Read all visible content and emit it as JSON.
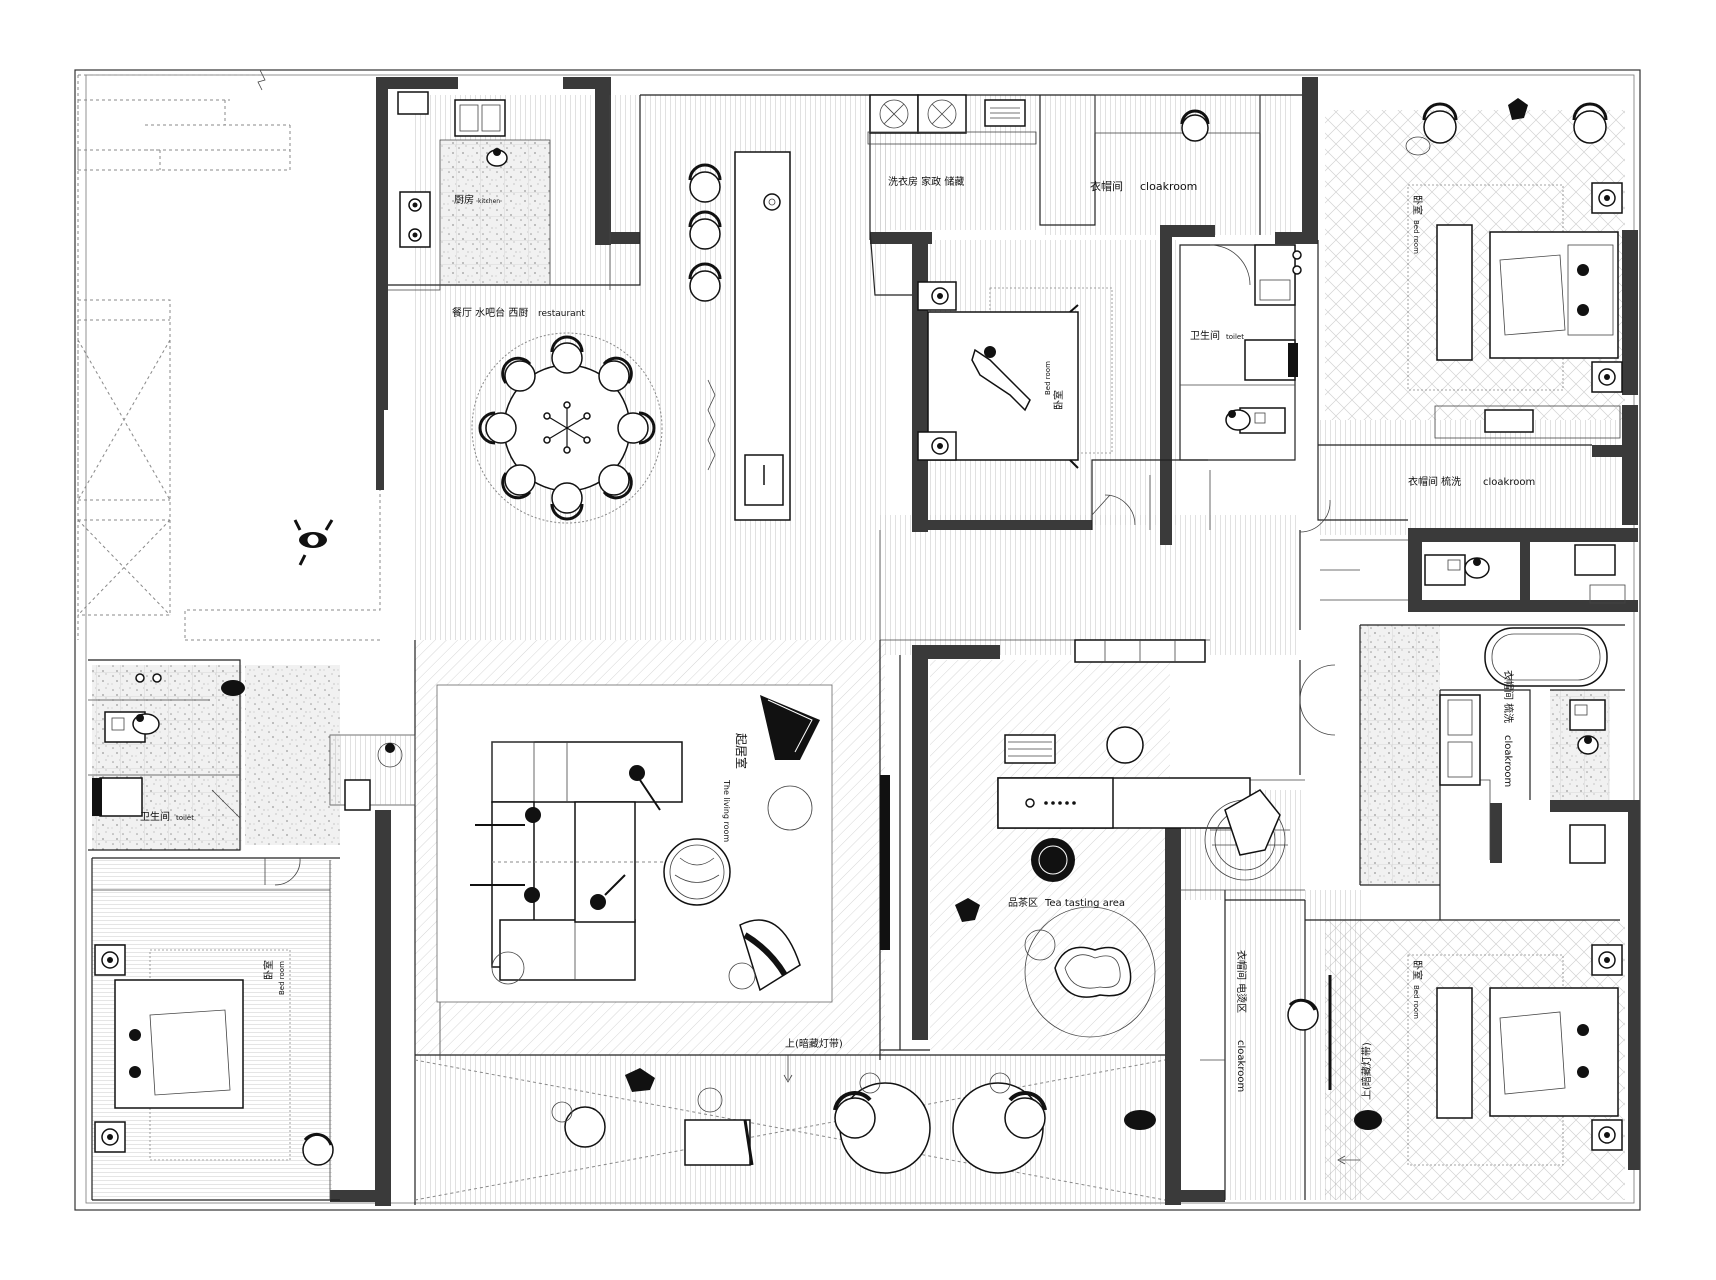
{
  "rooms": {
    "kitchen": {
      "cn": "厨房",
      "en": "kitchen"
    },
    "restaurant": {
      "cn": "餐厅 水吧台 西厨",
      "en": "restaurant"
    },
    "laundry": {
      "cn": "洗衣房 家政 储藏"
    },
    "cloakroom_top": {
      "cn": "衣帽间",
      "en": "cloakroom"
    },
    "bedroom_center": {
      "cn": "卧室",
      "en": "Bed room"
    },
    "toilet_center": {
      "cn": "卫生间",
      "en": "toilet"
    },
    "bedroom_top_right": {
      "cn": "卧室",
      "en": "Bed room"
    },
    "cloakroom_right": {
      "cn": "衣帽间 梳洗",
      "en": "cloakroom"
    },
    "toilet_left": {
      "cn": "卫生间",
      "en": "toilet"
    },
    "living": {
      "cn": "起居室",
      "en": "The living room"
    },
    "tea": {
      "cn": "品茶区",
      "en": "Tea tasting area"
    },
    "cloakroom_wash_right": {
      "cn": "衣帽间 梳洗",
      "en": "cloakroom"
    },
    "bedroom_left": {
      "cn": "卧室",
      "en": "Bed room"
    },
    "cloakroom_ironing": {
      "cn": "衣帽间 电烫区",
      "en": "cloakroom"
    },
    "bedroom_bottom_right": {
      "cn": "卧室",
      "en": "Bed room"
    }
  },
  "notes": {
    "up_light_strip_1": "上(暗藏灯带)",
    "up_light_strip_2": "上(暗藏灯带)"
  },
  "colors": {
    "wall": "#3a3a3a",
    "line": "#222222",
    "background": "#ffffff"
  }
}
